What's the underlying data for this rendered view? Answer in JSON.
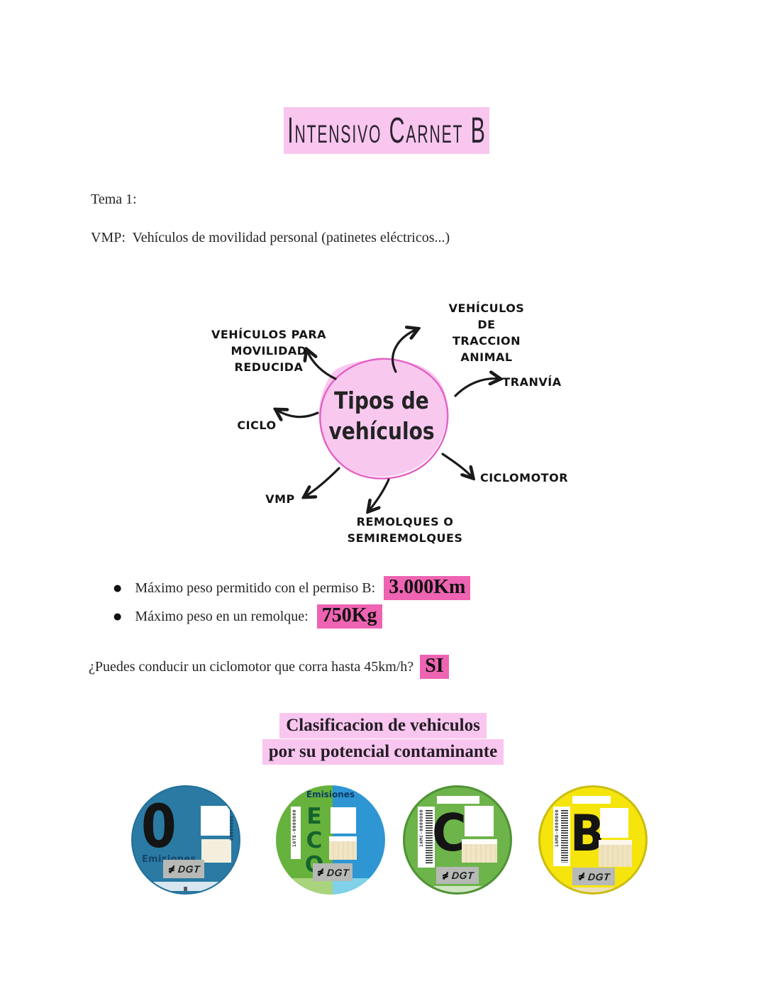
{
  "title": {
    "text": "Intensivo Carnet B"
  },
  "intro": {
    "tema": "Tema 1:",
    "vmp": "VMP:  Vehículos de movilidad personal (patinetes eléctricos...)"
  },
  "mindmap": {
    "center": "Tipos de\nvehículos",
    "nodes": [
      {
        "label": "VEHÍCULOS PARA\nMOVILIDAD\nREDUCIDA"
      },
      {
        "label": "VEHÍCULOS DE\nTRACCION ANIMAL"
      },
      {
        "label": "TRANVÍA"
      },
      {
        "label": "CICLO"
      },
      {
        "label": "CICLOMOTOR"
      },
      {
        "label": "VMP"
      },
      {
        "label": "REMOLQUES O\nSEMIREMOLQUES"
      }
    ]
  },
  "bullets": [
    {
      "text": "Máximo peso permitido con el permiso B:",
      "value": "3.000Km"
    },
    {
      "text": "Máximo peso en un remolque:",
      "value": "750Kg"
    }
  ],
  "question": {
    "text": "¿Puedes conducir un ciclomotor que corra hasta 45km/h?",
    "answer": "SI"
  },
  "heading": {
    "line1": "Clasificacion de vehiculos",
    "line2": "por su potencial contaminante"
  },
  "badges": [
    {
      "name": "cero-emisiones",
      "big": "0",
      "emisiones": "Emisiones",
      "serial": "16-00000000",
      "dgt": "DGT"
    },
    {
      "name": "eco",
      "emisiones": "Emisiones",
      "letters": "E\nC\nO",
      "serial": "16TE-0000000",
      "dgt": "DGT"
    },
    {
      "name": "c",
      "big": "C",
      "serial": "16MC-0000000",
      "dgt": "DGT"
    },
    {
      "name": "b",
      "big": "B",
      "serial": "16MB-0000000",
      "dgt": "DGT"
    }
  ],
  "colors": {
    "highlight_light": "#f8c6ee",
    "highlight_bright": "#ee64b2",
    "blob_fill": "#f9c8ef",
    "blob_stroke": "#e460c5",
    "badge_zero_blue": "#2a7aa4",
    "badge_eco_green": "#66b23d",
    "badge_eco_blue": "#2e96d3",
    "badge_c_green": "#6db44b",
    "badge_b_yellow": "#f5e50c"
  }
}
